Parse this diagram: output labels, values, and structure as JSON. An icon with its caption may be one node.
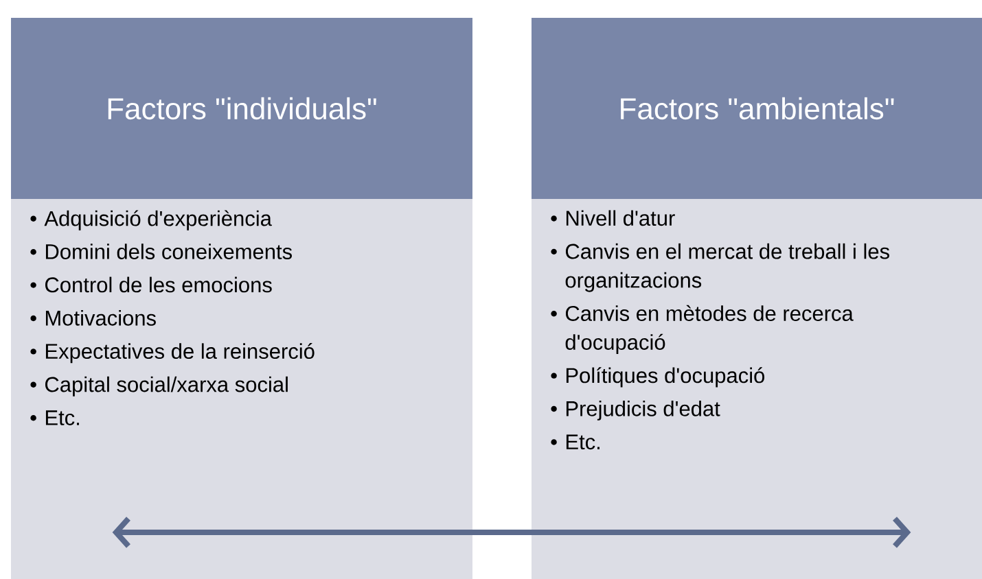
{
  "diagram": {
    "nodes": [
      {
        "text": [
          "Factors \"individuals\""
        ]
      },
      {
        "text": [
          "Adquisició d'experiència",
          "Domini dels coneixements",
          "Control de les emocions",
          "Motivacions",
          "Expectatives de la reinserció",
          "Capital social/xarxa social",
          "Etc."
        ]
      },
      {
        "text": [
          "Factors \"ambientals\""
        ]
      },
      {
        "text": [
          "Nivell d'atur",
          "Canvis en el mercat de treball i les organitzacions",
          "Canvis en mètodes de recerca d'ocupació",
          "Polítiques d'ocupació",
          "Prejudicis d'edat",
          "Etc."
        ]
      }
    ],
    "edges": [
      {
        "from": 1,
        "to": 3,
        "arrow": "both"
      }
    ]
  }
}
